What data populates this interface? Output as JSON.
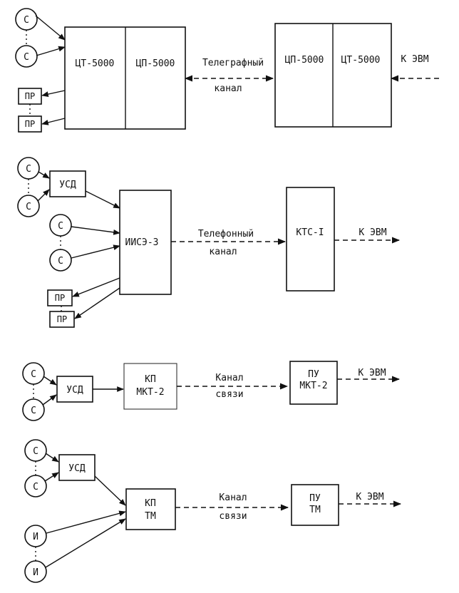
{
  "diagram1": {
    "source_top": "С",
    "source_bottom": "С",
    "printer_top": "ПР",
    "printer_bottom": "ПР",
    "left_block_a": "ЦТ-5000",
    "left_block_b": "ЦП-5000",
    "channel_line1": "Телеграфный",
    "channel_line2": "канал",
    "right_block_a": "ЦП-5000",
    "right_block_b": "ЦТ-5000",
    "to_computer": "К ЭВМ"
  },
  "diagram2": {
    "source_1": "С",
    "source_2": "С",
    "usd": "УСД",
    "source_3": "С",
    "source_4": "С",
    "center_block": "ИИСЭ-3",
    "printer_top": "ПР",
    "printer_bottom": "ПР",
    "channel_line1": "Телефонный",
    "channel_line2": "канал",
    "right_block": "КТС-I",
    "to_computer": "К ЭВМ"
  },
  "diagram3": {
    "source_top": "С",
    "source_bottom": "С",
    "usd": "УСД",
    "center_line1": "КП",
    "center_line2": "МКТ-2",
    "channel_line1": "Канал",
    "channel_line2": "связи",
    "right_line1": "ПУ",
    "right_line2": "МКТ-2",
    "to_computer": "К ЭВМ"
  },
  "diagram4": {
    "source_top": "С",
    "source_bottom": "С",
    "usd": "УСД",
    "info_top": "И",
    "info_bottom": "И",
    "center_line1": "КП",
    "center_line2": "ТМ",
    "channel_line1": "Канал",
    "channel_line2": "связи",
    "right_line1": "ПУ",
    "right_line2": "ТМ",
    "to_computer": "К ЭВМ"
  }
}
